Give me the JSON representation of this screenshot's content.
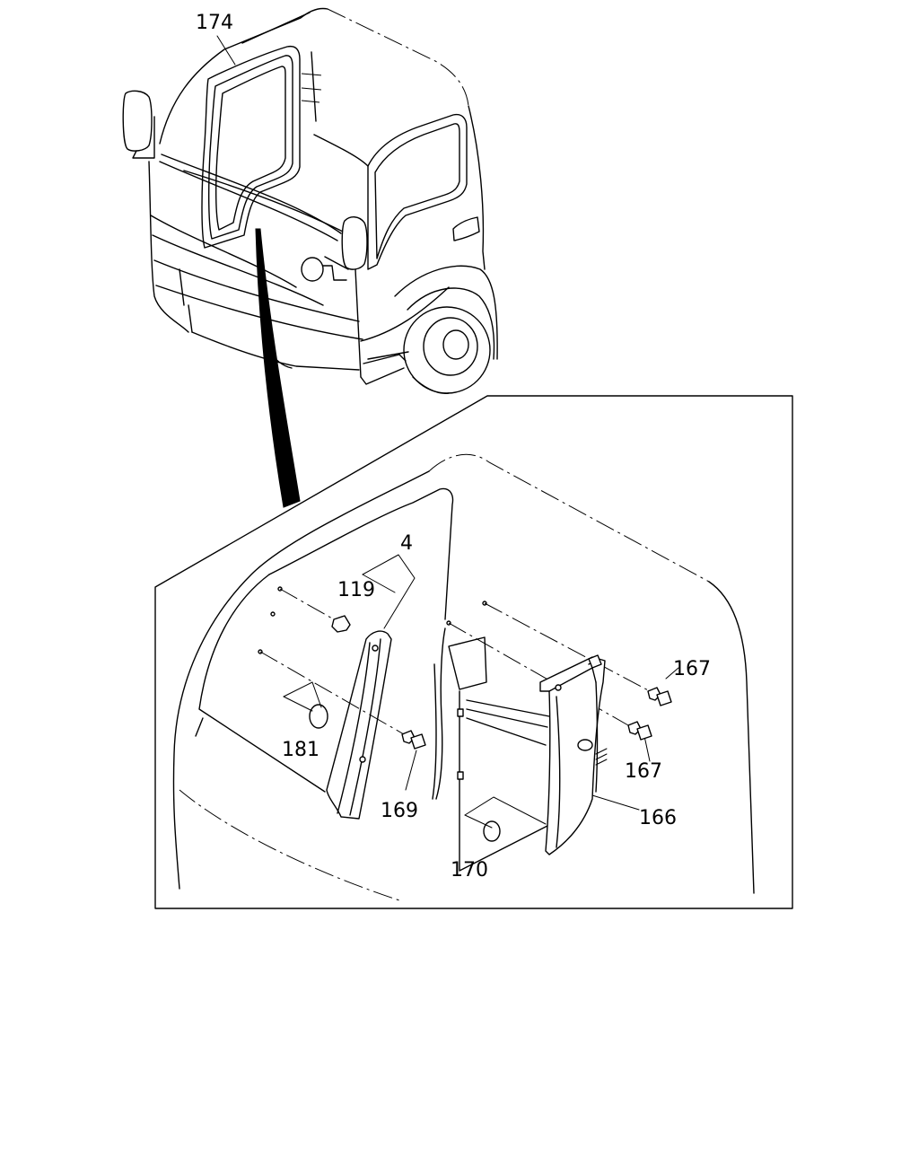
{
  "callouts": {
    "c174": "174",
    "c4": "4",
    "c119": "119",
    "c181": "181",
    "c169": "169",
    "c167a": "167",
    "c167b": "167",
    "c166": "166",
    "c170": "170"
  }
}
